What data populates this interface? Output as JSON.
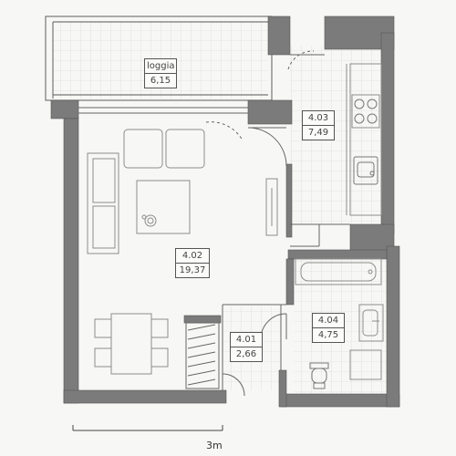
{
  "rooms": [
    {
      "id": "loggia",
      "name": "loggia",
      "area": "6,15"
    },
    {
      "id": "4-03",
      "name": "4.03",
      "area": "7,49"
    },
    {
      "id": "4-02",
      "name": "4.02",
      "area": "19,37"
    },
    {
      "id": "4-01",
      "name": "4.01",
      "area": "2,66"
    },
    {
      "id": "4-04",
      "name": "4.04",
      "area": "4,75"
    }
  ],
  "scale": {
    "label": "3m"
  },
  "colors": {
    "wall": "#7b7b7b",
    "line": "#666666",
    "furniture": "#8c8c8c",
    "grid": "#cfcfcf",
    "background": "#f7f7f5"
  }
}
